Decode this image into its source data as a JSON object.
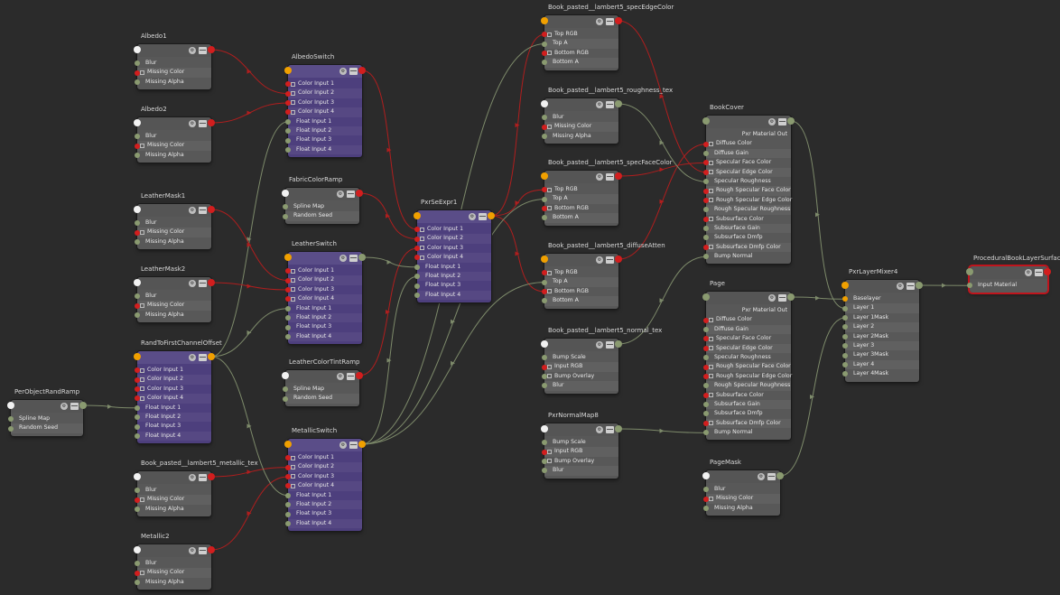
{
  "colors": {
    "background": "#2b2b2b",
    "wire_color": "#b01e1e",
    "wire_float": "#7d8a6a",
    "pin_color": "#d21e1e",
    "pin_float": "#8a9a70",
    "pin_orange": "#f0a000",
    "pin_white": "#f2f2f2",
    "selected_border": "#c0141c"
  },
  "icons": {
    "badge": "node-settings-icon",
    "menu": "node-menu-icon"
  },
  "nodes": {
    "albedo1": {
      "title": "Albedo1",
      "type": "gray",
      "in_pin": "white",
      "out_pin": "red",
      "params": [
        {
          "label": "Blur",
          "pin": "float"
        },
        {
          "label": "Missing Color",
          "pin": "color",
          "expand": true
        },
        {
          "label": "Missing Alpha",
          "pin": "float"
        }
      ]
    },
    "albedo2": {
      "title": "Albedo2",
      "type": "gray",
      "in_pin": "white",
      "out_pin": "red",
      "params": [
        {
          "label": "Blur",
          "pin": "float"
        },
        {
          "label": "Missing Color",
          "pin": "color",
          "expand": true
        },
        {
          "label": "Missing Alpha",
          "pin": "float"
        }
      ]
    },
    "leathermask1": {
      "title": "LeatherMask1",
      "type": "gray",
      "in_pin": "white",
      "out_pin": "red",
      "params": [
        {
          "label": "Blur",
          "pin": "float"
        },
        {
          "label": "Missing Color",
          "pin": "color",
          "expand": true
        },
        {
          "label": "Missing Alpha",
          "pin": "float"
        }
      ]
    },
    "leathermask2": {
      "title": "LeatherMask2",
      "type": "gray",
      "in_pin": "white",
      "out_pin": "red",
      "params": [
        {
          "label": "Blur",
          "pin": "float"
        },
        {
          "label": "Missing Color",
          "pin": "color",
          "expand": true
        },
        {
          "label": "Missing Alpha",
          "pin": "float"
        }
      ]
    },
    "randoffset": {
      "title": "RandToFirstChannelOffset",
      "type": "purple",
      "in_pin": "orange",
      "out_pin": "orange",
      "params": [
        {
          "label": "Color Input 1",
          "pin": "color",
          "expand": true
        },
        {
          "label": "Color Input 2",
          "pin": "color",
          "expand": true
        },
        {
          "label": "Color Input 3",
          "pin": "color",
          "expand": true
        },
        {
          "label": "Color Input 4",
          "pin": "color",
          "expand": true
        },
        {
          "label": "Float Input 1",
          "pin": "float"
        },
        {
          "label": "Float Input 2",
          "pin": "float"
        },
        {
          "label": "Float Input 3",
          "pin": "float"
        },
        {
          "label": "Float Input 4",
          "pin": "float"
        }
      ]
    },
    "perobject": {
      "title": "PerObjectRandRamp",
      "type": "gray",
      "in_pin": "white",
      "out_pin": "float",
      "params": [
        {
          "label": "Spline Map",
          "pin": "float"
        },
        {
          "label": "Random Seed",
          "pin": "float"
        }
      ]
    },
    "metallictex": {
      "title": "Book_pasted__lambert5_metallic_tex",
      "type": "gray",
      "in_pin": "white",
      "out_pin": "red",
      "params": [
        {
          "label": "Blur",
          "pin": "float"
        },
        {
          "label": "Missing Color",
          "pin": "color",
          "expand": true
        },
        {
          "label": "Missing Alpha",
          "pin": "float"
        }
      ]
    },
    "metallic2": {
      "title": "Metallic2",
      "type": "gray",
      "in_pin": "white",
      "out_pin": "red",
      "params": [
        {
          "label": "Blur",
          "pin": "float"
        },
        {
          "label": "Missing Color",
          "pin": "color",
          "expand": true
        },
        {
          "label": "Missing Alpha",
          "pin": "float"
        }
      ]
    },
    "albedoswitch": {
      "title": "AlbedoSwitch",
      "type": "purple",
      "in_pin": "orange",
      "out_pin": "red",
      "params": [
        {
          "label": "Color Input 1",
          "pin": "color",
          "expand": true
        },
        {
          "label": "Color Input 2",
          "pin": "color",
          "expand": true
        },
        {
          "label": "Color Input 3",
          "pin": "color",
          "expand": true
        },
        {
          "label": "Color Input 4",
          "pin": "color",
          "expand": true
        },
        {
          "label": "Float Input 1",
          "pin": "float"
        },
        {
          "label": "Float Input 2",
          "pin": "float"
        },
        {
          "label": "Float Input 3",
          "pin": "float"
        },
        {
          "label": "Float Input 4",
          "pin": "float"
        }
      ]
    },
    "fabricramp": {
      "title": "FabricColorRamp",
      "type": "gray",
      "in_pin": "white",
      "out_pin": "red",
      "params": [
        {
          "label": "Spline Map",
          "pin": "float"
        },
        {
          "label": "Random Seed",
          "pin": "float"
        }
      ]
    },
    "leatherswitch": {
      "title": "LeatherSwitch",
      "type": "purple",
      "in_pin": "orange",
      "out_pin": "float",
      "params": [
        {
          "label": "Color Input 1",
          "pin": "color",
          "expand": true
        },
        {
          "label": "Color Input 2",
          "pin": "color",
          "expand": true
        },
        {
          "label": "Color Input 3",
          "pin": "color",
          "expand": true
        },
        {
          "label": "Color Input 4",
          "pin": "color",
          "expand": true
        },
        {
          "label": "Float Input 1",
          "pin": "float"
        },
        {
          "label": "Float Input 2",
          "pin": "float"
        },
        {
          "label": "Float Input 3",
          "pin": "float"
        },
        {
          "label": "Float Input 4",
          "pin": "float"
        }
      ]
    },
    "leathertint": {
      "title": "LeatherColorTintRamp",
      "type": "gray",
      "in_pin": "white",
      "out_pin": "red",
      "params": [
        {
          "label": "Spline Map",
          "pin": "float"
        },
        {
          "label": "Random Seed",
          "pin": "float"
        }
      ]
    },
    "metallicswitch": {
      "title": "MetallicSwitch",
      "type": "purple",
      "in_pin": "orange",
      "out_pin": "orange",
      "params": [
        {
          "label": "Color Input 1",
          "pin": "color",
          "expand": true
        },
        {
          "label": "Color Input 2",
          "pin": "color",
          "expand": true
        },
        {
          "label": "Color Input 3",
          "pin": "color",
          "expand": true
        },
        {
          "label": "Color Input 4",
          "pin": "color",
          "expand": true
        },
        {
          "label": "Float Input 1",
          "pin": "float"
        },
        {
          "label": "Float Input 2",
          "pin": "float"
        },
        {
          "label": "Float Input 3",
          "pin": "float"
        },
        {
          "label": "Float Input 4",
          "pin": "float"
        }
      ]
    },
    "pxrseexpr": {
      "title": "PxrSeExpr1",
      "type": "purple",
      "in_pin": "orange",
      "out_pin": "orange",
      "params": [
        {
          "label": "Color Input 1",
          "pin": "color",
          "expand": true
        },
        {
          "label": "Color Input 2",
          "pin": "color",
          "expand": true
        },
        {
          "label": "Color Input 3",
          "pin": "color",
          "expand": true
        },
        {
          "label": "Color Input 4",
          "pin": "color",
          "expand": true
        },
        {
          "label": "Float Input 1",
          "pin": "float"
        },
        {
          "label": "Float Input 2",
          "pin": "float"
        },
        {
          "label": "Float Input 3",
          "pin": "float"
        },
        {
          "label": "Float Input 4",
          "pin": "float"
        }
      ]
    },
    "specedge": {
      "title": "Book_pasted__lambert5_specEdgeColor",
      "type": "gray",
      "in_pin": "orange",
      "out_pin": "red",
      "params": [
        {
          "label": "Top RGB",
          "pin": "color",
          "expand": true
        },
        {
          "label": "Top A",
          "pin": "float"
        },
        {
          "label": "Bottom RGB",
          "pin": "color",
          "expand": true
        },
        {
          "label": "Bottom A",
          "pin": "float"
        }
      ]
    },
    "roughtex": {
      "title": "Book_pasted__lambert5_roughness_tex",
      "type": "gray",
      "in_pin": "white",
      "out_pin": "float",
      "params": [
        {
          "label": "Blur",
          "pin": "float"
        },
        {
          "label": "Missing Color",
          "pin": "color",
          "expand": true
        },
        {
          "label": "Missing Alpha",
          "pin": "float"
        }
      ]
    },
    "specface": {
      "title": "Book_pasted__lambert5_specFaceColor",
      "type": "gray",
      "in_pin": "orange",
      "out_pin": "red",
      "params": [
        {
          "label": "Top RGB",
          "pin": "color",
          "expand": true
        },
        {
          "label": "Top A",
          "pin": "float"
        },
        {
          "label": "Bottom RGB",
          "pin": "color",
          "expand": true
        },
        {
          "label": "Bottom A",
          "pin": "float"
        }
      ]
    },
    "diffatten": {
      "title": "Book_pasted__lambert5_diffuseAtten",
      "type": "gray",
      "in_pin": "orange",
      "out_pin": "red",
      "params": [
        {
          "label": "Top RGB",
          "pin": "color",
          "expand": true
        },
        {
          "label": "Top A",
          "pin": "float"
        },
        {
          "label": "Bottom RGB",
          "pin": "color",
          "expand": true
        },
        {
          "label": "Bottom A",
          "pin": "float"
        }
      ]
    },
    "normaltex": {
      "title": "Book_pasted__lambert5_normal_tex",
      "type": "gray",
      "in_pin": "white",
      "out_pin": "float",
      "params": [
        {
          "label": "Bump Scale",
          "pin": "float"
        },
        {
          "label": "Input RGB",
          "pin": "color",
          "expand": true
        },
        {
          "label": "Bump Overlay",
          "pin": "float",
          "expand": true
        },
        {
          "label": "Blur",
          "pin": "float"
        }
      ]
    },
    "normalmap8": {
      "title": "PxrNormalMap8",
      "type": "gray",
      "in_pin": "white",
      "out_pin": "float",
      "params": [
        {
          "label": "Bump Scale",
          "pin": "float"
        },
        {
          "label": "Input RGB",
          "pin": "color",
          "expand": true
        },
        {
          "label": "Bump Overlay",
          "pin": "float",
          "expand": true
        },
        {
          "label": "Blur",
          "pin": "float"
        }
      ]
    },
    "bookcover": {
      "title": "BookCover",
      "type": "gray",
      "in_pin": "float",
      "out_pin": "float",
      "head_label": "Pxr Material Out",
      "params": [
        {
          "label": "Diffuse Color",
          "pin": "color",
          "expand": true
        },
        {
          "label": "Diffuse Gain",
          "pin": "float"
        },
        {
          "label": "Specular Face Color",
          "pin": "color",
          "expand": true
        },
        {
          "label": "Specular Edge Color",
          "pin": "color",
          "expand": true
        },
        {
          "label": "Specular Roughness",
          "pin": "float"
        },
        {
          "label": "Rough Specular Face Color",
          "pin": "color",
          "expand": true
        },
        {
          "label": "Rough Specular Edge Color",
          "pin": "color",
          "expand": true
        },
        {
          "label": "Rough Specular Roughness",
          "pin": "float"
        },
        {
          "label": "Subsurface Color",
          "pin": "color",
          "expand": true
        },
        {
          "label": "Subsurface Gain",
          "pin": "float"
        },
        {
          "label": "Subsurface Dmfp",
          "pin": "float"
        },
        {
          "label": "Subsurface Dmfp Color",
          "pin": "color",
          "expand": true
        },
        {
          "label": "Bump Normal",
          "pin": "float"
        }
      ]
    },
    "page": {
      "title": "Page",
      "type": "gray",
      "in_pin": "float",
      "out_pin": "float",
      "head_label": "Pxr Material Out",
      "params": [
        {
          "label": "Diffuse Color",
          "pin": "color",
          "expand": true
        },
        {
          "label": "Diffuse Gain",
          "pin": "float"
        },
        {
          "label": "Specular Face Color",
          "pin": "color",
          "expand": true
        },
        {
          "label": "Specular Edge Color",
          "pin": "color",
          "expand": true
        },
        {
          "label": "Specular Roughness",
          "pin": "float"
        },
        {
          "label": "Rough Specular Face Color",
          "pin": "color",
          "expand": true
        },
        {
          "label": "Rough Specular Edge Color",
          "pin": "color",
          "expand": true
        },
        {
          "label": "Rough Specular Roughness",
          "pin": "float"
        },
        {
          "label": "Subsurface Color",
          "pin": "color",
          "expand": true
        },
        {
          "label": "Subsurface Gain",
          "pin": "float"
        },
        {
          "label": "Subsurface Dmfp",
          "pin": "float"
        },
        {
          "label": "Subsurface Dmfp Color",
          "pin": "color",
          "expand": true
        },
        {
          "label": "Bump Normal",
          "pin": "float"
        }
      ]
    },
    "pagemask": {
      "title": "PageMask",
      "type": "gray",
      "in_pin": "white",
      "out_pin": "float",
      "params": [
        {
          "label": "Blur",
          "pin": "float"
        },
        {
          "label": "Missing Color",
          "pin": "color",
          "expand": true
        },
        {
          "label": "Missing Alpha",
          "pin": "float"
        }
      ]
    },
    "layermixer": {
      "title": "PxrLayerMixer4",
      "type": "gray",
      "in_pin": "orange",
      "out_pin": "float",
      "params": [
        {
          "label": "Baselayer",
          "pin": "orange"
        },
        {
          "label": "Layer 1",
          "pin": "float"
        },
        {
          "label": "Layer 1Mask",
          "pin": "float"
        },
        {
          "label": "Layer 2",
          "pin": "float"
        },
        {
          "label": "Layer 2Mask",
          "pin": "float"
        },
        {
          "label": "Layer 3",
          "pin": "float"
        },
        {
          "label": "Layer 3Mask",
          "pin": "float"
        },
        {
          "label": "Layer 4",
          "pin": "float"
        },
        {
          "label": "Layer 4Mask",
          "pin": "float"
        }
      ]
    },
    "surface": {
      "title": "ProceduralBookLayerSurface",
      "type": "gray",
      "in_pin": "float",
      "out_pin": "red",
      "selected": true,
      "params": [
        {
          "label": "Input Material",
          "pin": "float"
        }
      ]
    }
  }
}
